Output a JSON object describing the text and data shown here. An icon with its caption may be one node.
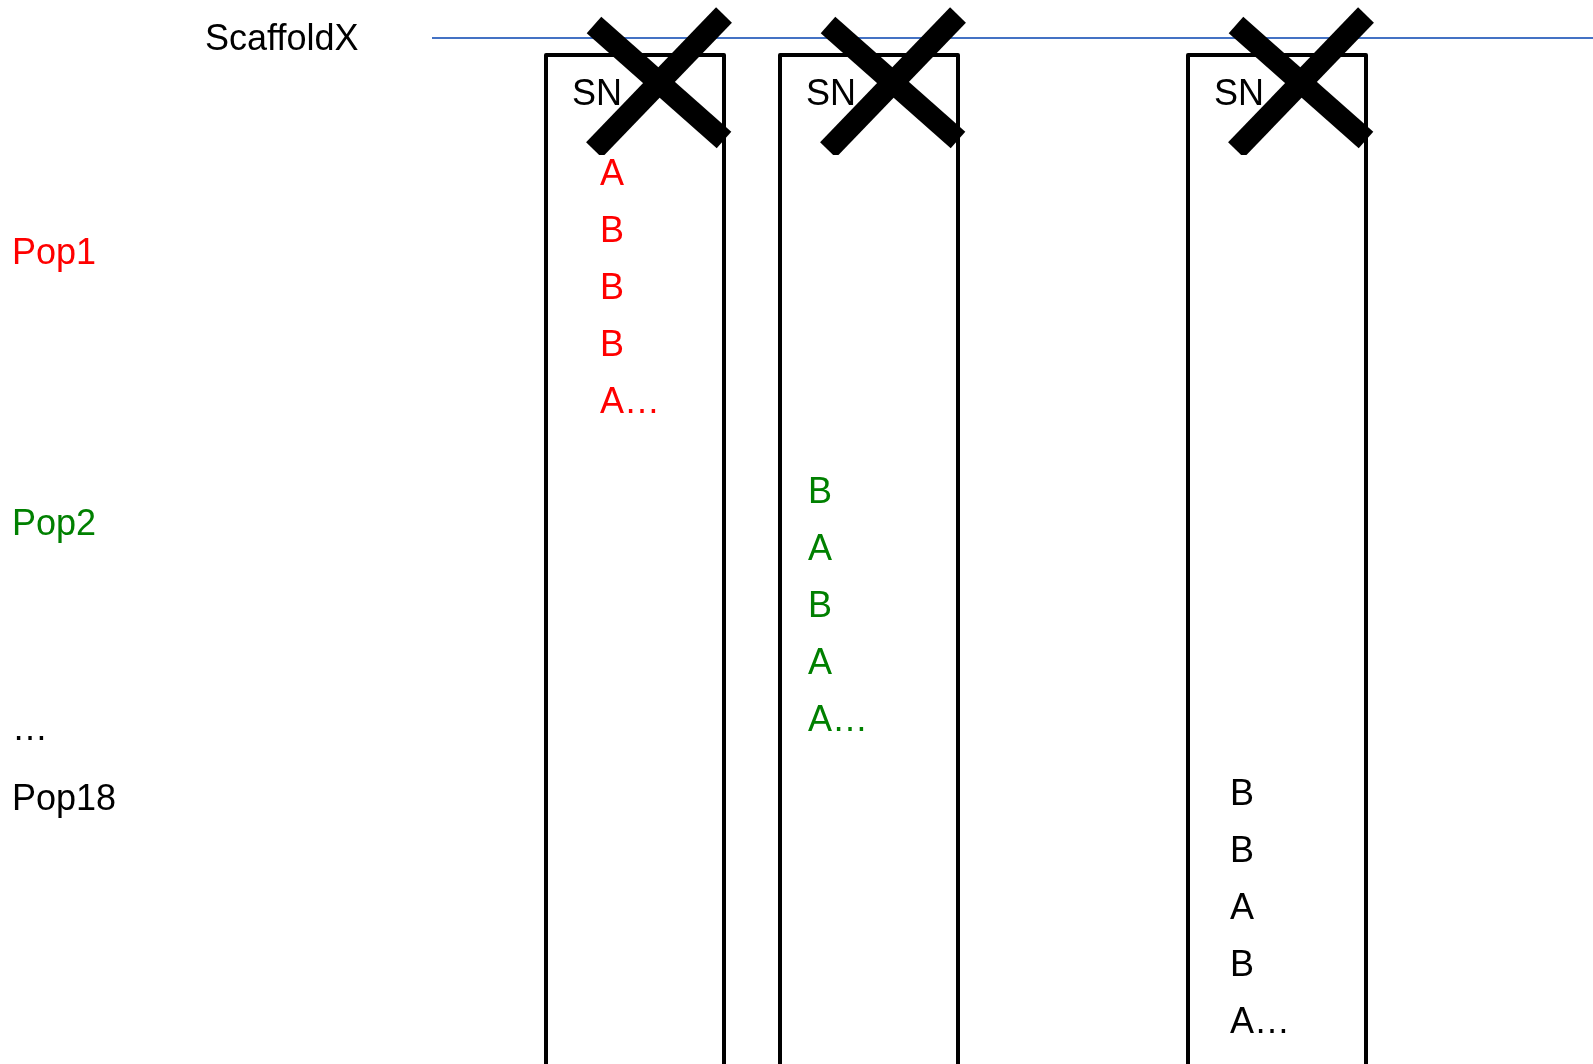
{
  "diagram": {
    "nodes": [
      {
        "text": [
          "SN",
          "A B B B A…"
        ]
      },
      {
        "text": [
          "SN",
          "B A B A A…"
        ]
      },
      {
        "text": [
          "SN",
          "B B A B A…"
        ]
      }
    ],
    "labels": [
      "ScaffoldX",
      "Pop1",
      "Pop2",
      "…",
      "Pop18"
    ]
  }
}
